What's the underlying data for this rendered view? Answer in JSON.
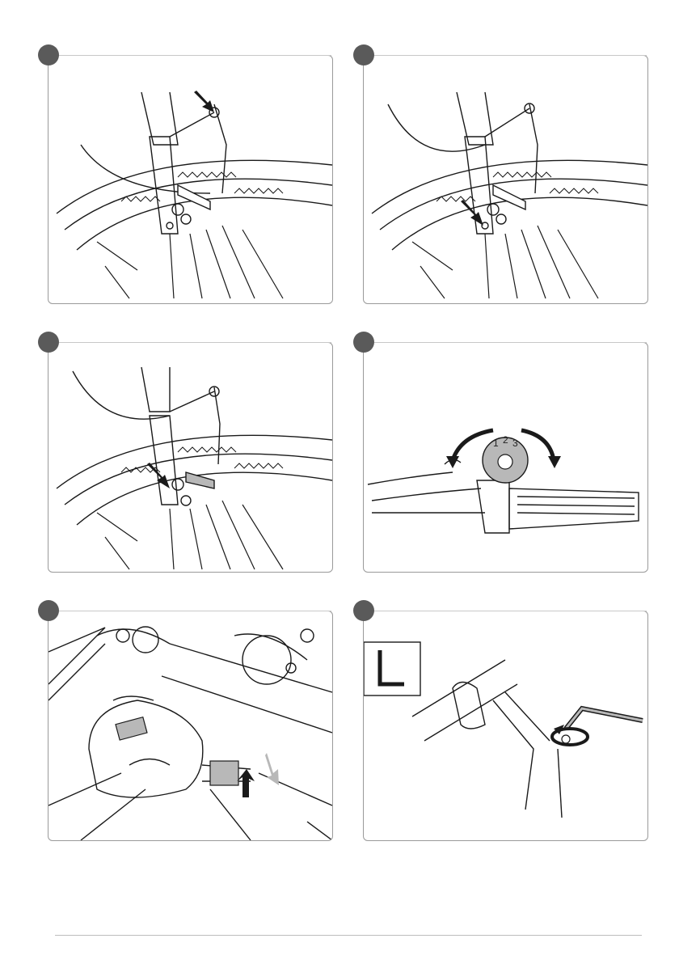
{
  "steps": [
    {
      "description": "brake-arm-top-bolt"
    },
    {
      "description": "brake-arm-lower-bolt"
    },
    {
      "description": "brake-pad-adjust"
    },
    {
      "description": "twist-shifter"
    },
    {
      "description": "hub-cable-nut"
    },
    {
      "description": "hex-key-stem-bolt"
    }
  ],
  "shifter": {
    "gear_1": "1",
    "gear_2": "2",
    "gear_3": "3"
  },
  "colors": {
    "badge": "#5a5a5a",
    "line": "#1a1a1a",
    "highlight": "#b8b8b8",
    "frame": "#9a9a9a"
  }
}
